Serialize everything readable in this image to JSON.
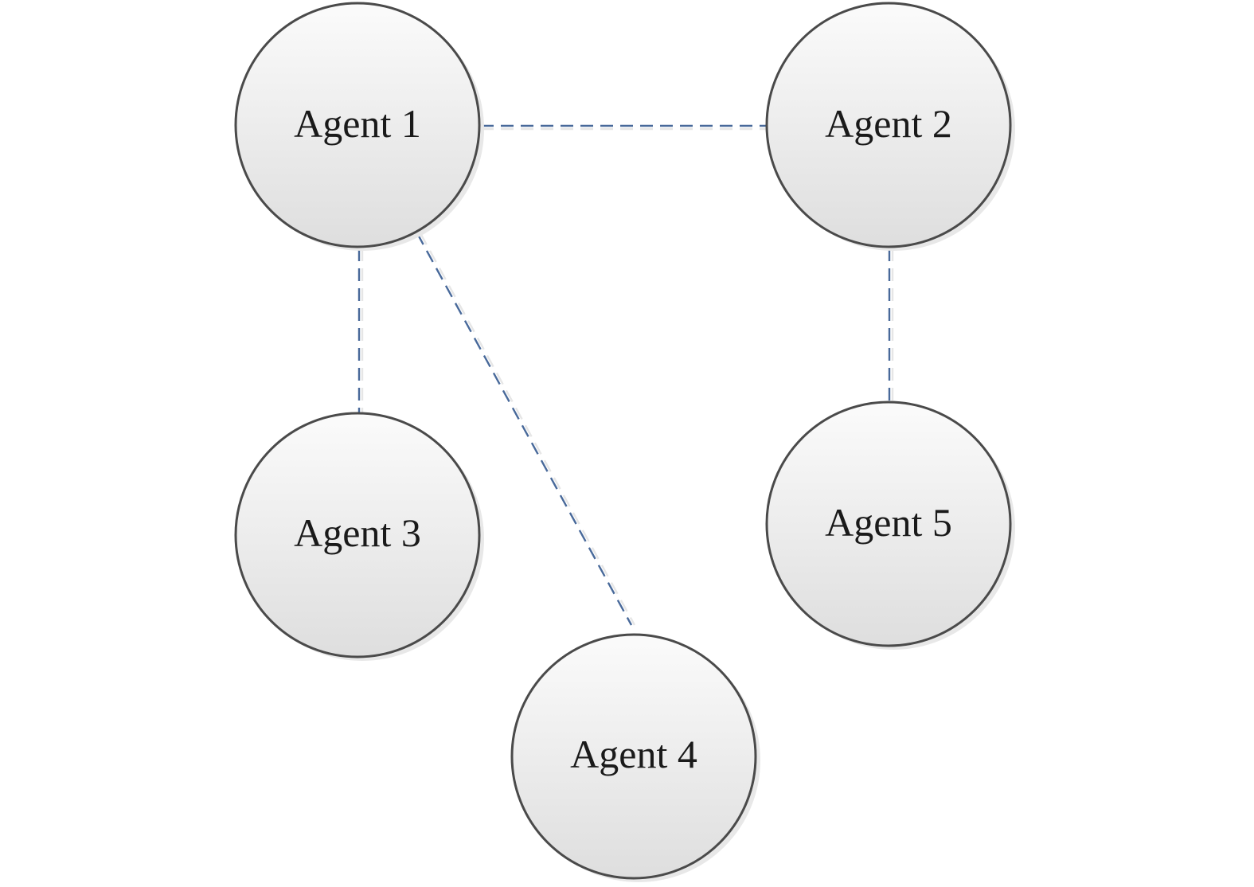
{
  "diagram": {
    "colors": {
      "edge": "#48699a",
      "node_stroke": "#4a4a4a",
      "node_fill_top": "#fbfbfb",
      "node_fill_bottom": "#dedede",
      "label": "#1a1a1a"
    },
    "nodes": [
      {
        "id": "agent-1",
        "label": "Agent 1"
      },
      {
        "id": "agent-2",
        "label": "Agent 2"
      },
      {
        "id": "agent-3",
        "label": "Agent 3"
      },
      {
        "id": "agent-4",
        "label": "Agent 4"
      },
      {
        "id": "agent-5",
        "label": "Agent 5"
      }
    ],
    "edges": [
      {
        "from": "agent-1",
        "to": "agent-2",
        "style": "dashed"
      },
      {
        "from": "agent-1",
        "to": "agent-3",
        "style": "dashed"
      },
      {
        "from": "agent-1",
        "to": "agent-4",
        "style": "dashed"
      },
      {
        "from": "agent-2",
        "to": "agent-5",
        "style": "dashed"
      }
    ]
  }
}
